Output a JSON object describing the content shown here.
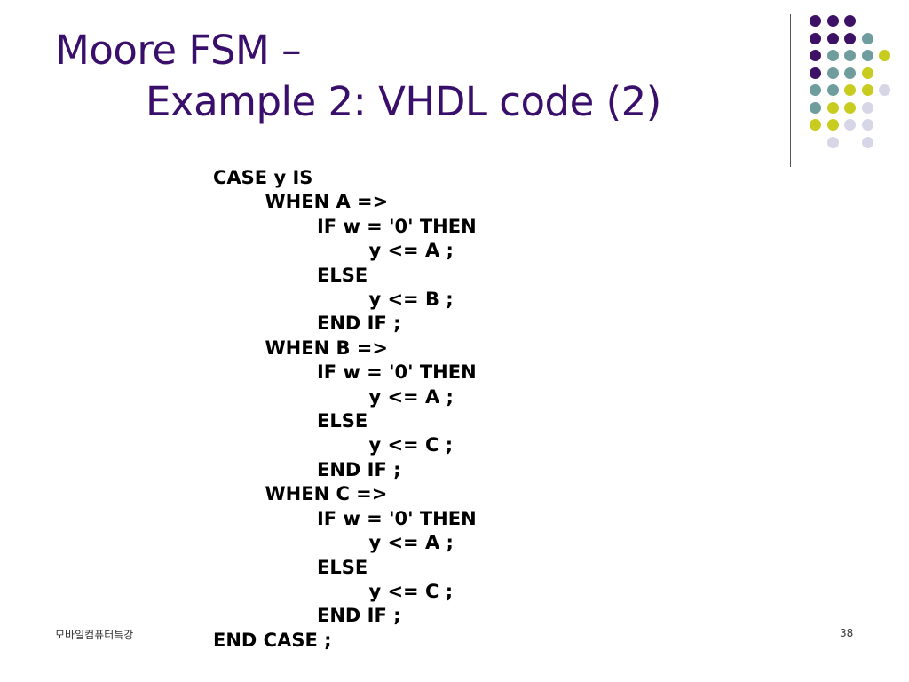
{
  "slide": {
    "title_line1": "Moore FSM –",
    "title_line2": "Example 2: VHDL code (2)",
    "footer_left": "모바일컴퓨터특강",
    "page_number": "38"
  },
  "code_lines": [
    "CASE y IS",
    "        WHEN A =>",
    "                IF w = '0' THEN",
    "                        y <= A ;",
    "                ELSE",
    "                        y <= B ;",
    "                END IF ;",
    "        WHEN B =>",
    "                IF w = '0' THEN",
    "                        y <= A ;",
    "                ELSE",
    "                        y <= C ;",
    "                END IF ;",
    "        WHEN C =>",
    "                IF w = '0' THEN",
    "                        y <= A ;",
    "                ELSE",
    "                        y <= C ;",
    "                END IF ;",
    "END CASE ;"
  ],
  "colors": {
    "title": "#3a0f6b",
    "dot_purple": "#3d1166",
    "dot_teal": "#6f9c9c",
    "dot_yellow": "#c8cc1e",
    "dot_lavender": "#d6d6e6"
  },
  "decoration": {
    "dot_grid": [
      [
        "purple",
        "purple",
        "purple",
        null,
        null
      ],
      [
        "purple",
        "purple",
        "purple",
        "teal",
        null
      ],
      [
        "purple",
        "teal",
        "teal",
        "teal",
        "yellow"
      ],
      [
        "purple",
        "teal",
        "teal",
        "yellow",
        null
      ],
      [
        "teal",
        "teal",
        "yellow",
        "yellow",
        "lavender"
      ],
      [
        "teal",
        "yellow",
        "yellow",
        "lavender",
        null
      ],
      [
        "yellow",
        "yellow",
        "lavender",
        "lavender",
        null
      ],
      [
        null,
        "lavender",
        null,
        "lavender",
        null
      ]
    ]
  }
}
